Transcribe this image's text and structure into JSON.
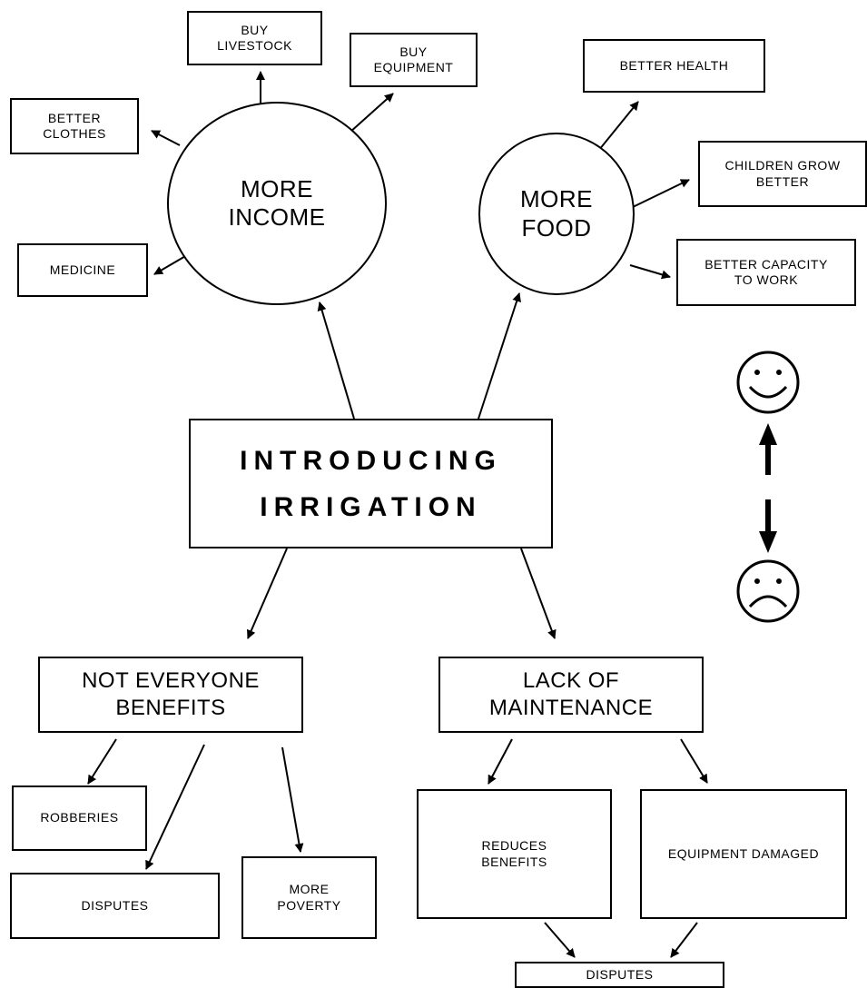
{
  "diagram": {
    "central": "INTRODUCING\nIRRIGATION",
    "positive": {
      "income": {
        "label": "MORE\nINCOME",
        "effects": [
          "BUY\nLIVESTOCK",
          "BUY\nEQUIPMENT",
          "BETTER\nCLOTHES",
          "MEDICINE"
        ]
      },
      "food": {
        "label": "MORE\nFOOD",
        "effects": [
          "BETTER HEALTH",
          "CHILDREN GROW\nBETTER",
          "BETTER CAPACITY\nTO WORK"
        ]
      }
    },
    "negative": {
      "not_everyone": {
        "label": "NOT EVERYONE\nBENEFITS",
        "effects": [
          "ROBBERIES",
          "DISPUTES",
          "MORE\nPOVERTY"
        ]
      },
      "maintenance": {
        "label": "LACK OF\nMAINTENANCE",
        "effects": [
          "REDUCES\nBENEFITS",
          "EQUIPMENT DAMAGED"
        ],
        "result": "DISPUTES"
      }
    },
    "legend": {
      "positive_icon": "smiley-face-icon",
      "negative_icon": "sad-face-icon"
    }
  }
}
